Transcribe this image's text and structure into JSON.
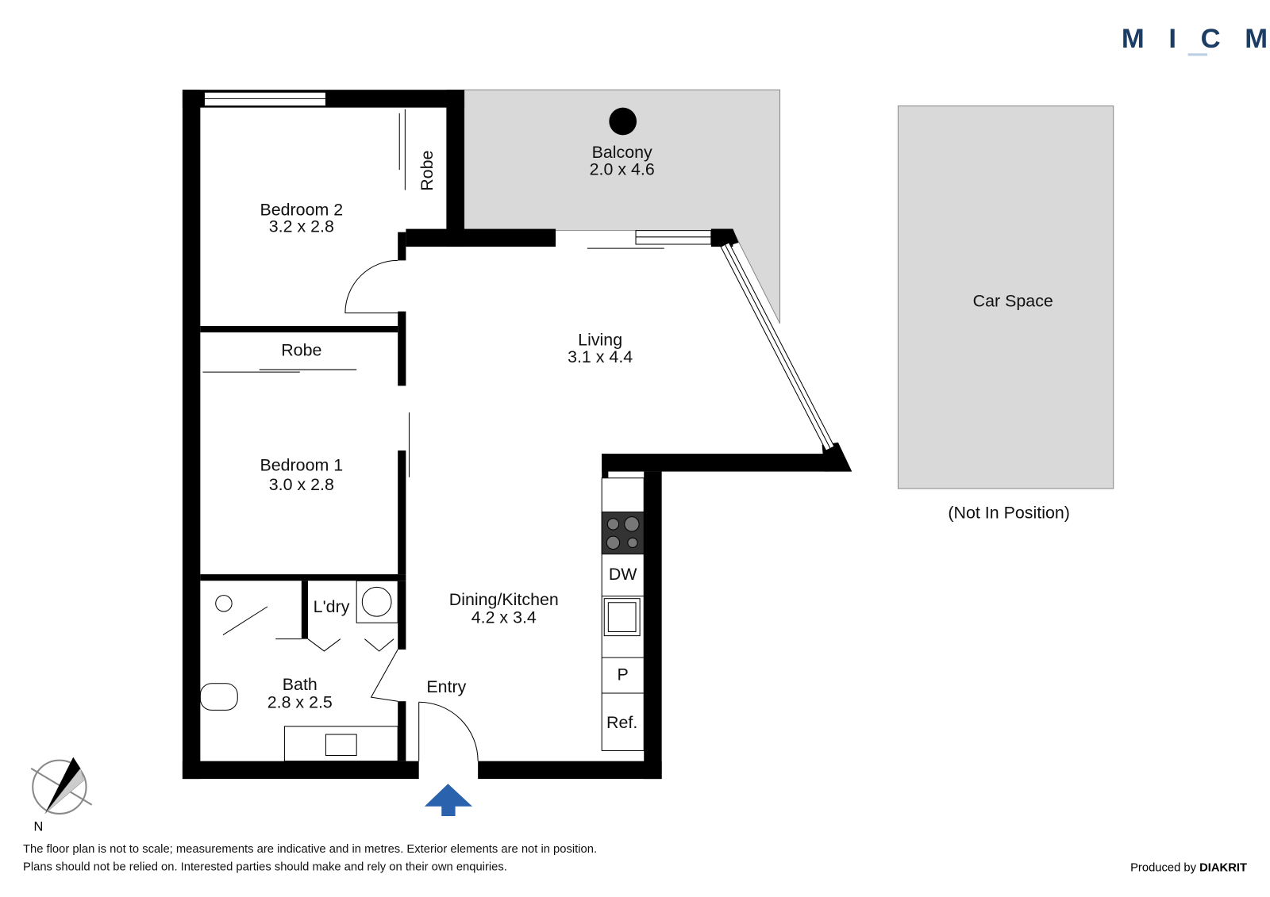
{
  "brand": {
    "logo": "MICM",
    "accent": "#1c3d63",
    "logo_underline": "#b9cfe3"
  },
  "rooms": {
    "balcony": {
      "name": "Balcony",
      "size": "2.0 x 4.6"
    },
    "bedroom2": {
      "name": "Bedroom 2",
      "size": "3.2 x 2.8"
    },
    "robe_b2": {
      "name": "Robe"
    },
    "robe_b1": {
      "name": "Robe"
    },
    "living": {
      "name": "Living",
      "size": "3.1 x 4.4"
    },
    "bedroom1": {
      "name": "Bedroom 1",
      "size": "3.0 x 2.8"
    },
    "laundry": {
      "name": "L'dry"
    },
    "dining": {
      "name": "Dining/Kitchen",
      "size": "4.2 x 3.4"
    },
    "bath": {
      "name": "Bath",
      "size": "2.8 x 2.5"
    },
    "entry": {
      "name": "Entry"
    }
  },
  "kitchen": {
    "dw": "DW",
    "pantry": "P",
    "fridge": "Ref."
  },
  "car_space": {
    "name": "Car Space",
    "note": "(Not In Position)"
  },
  "compass": {
    "label": "N"
  },
  "entry_arrow_color": "#2a62ad",
  "disclaimer": [
    "The floor plan is not to scale; measurements are indicative and in metres. Exterior elements are not in position.",
    "Plans should not be relied on. Interested parties should make and rely on their own enquiries."
  ],
  "credit": {
    "prefix": "Produced by",
    "brand": "DIAKRIT"
  }
}
